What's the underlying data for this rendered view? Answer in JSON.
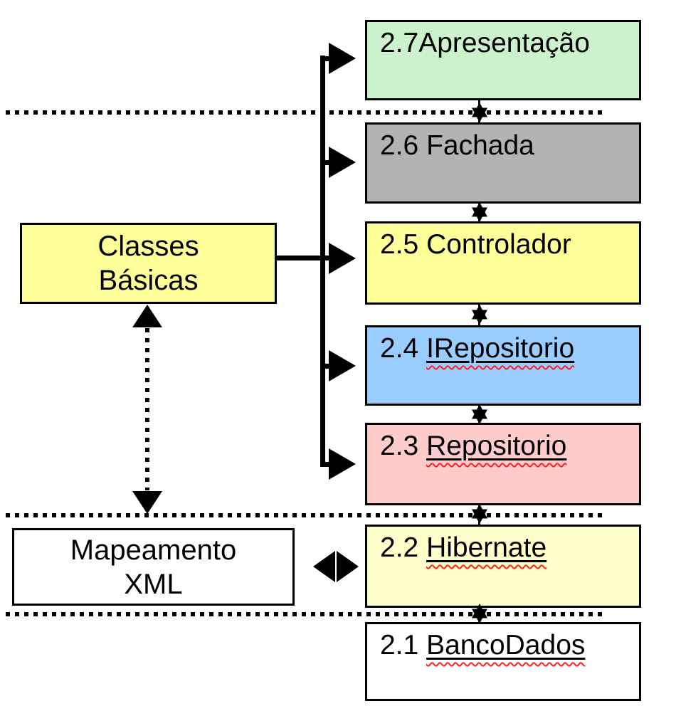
{
  "diagram": {
    "layers": [
      {
        "prefix": "2.7",
        "name": "Apresentação",
        "bg": "#ccf2cc",
        "underlined": false
      },
      {
        "prefix": "2.6 ",
        "name": "Fachada",
        "bg": "#b3b3b3",
        "underlined": false
      },
      {
        "prefix": "2.5 ",
        "name": "Controlador",
        "bg": "#ffff99",
        "underlined": false
      },
      {
        "prefix": "2.4 ",
        "name": "IRepositorio",
        "bg": "#99ccff",
        "underlined": true
      },
      {
        "prefix": "2.3 ",
        "name": "Repositorio",
        "bg": "#ffcccc",
        "underlined": true
      },
      {
        "prefix": "2.2 ",
        "name": "Hibernate",
        "bg": "#ffffcc",
        "underlined": true
      },
      {
        "prefix": "2.1 ",
        "name": "BancoDados",
        "bg": "#ffffff",
        "underlined": true
      }
    ],
    "side_boxes": {
      "classes_basicas": {
        "line1": "Classes",
        "line2": "Básicas",
        "bg": "#ffff99"
      },
      "mapeamento_xml": {
        "line1": "Mapeamento",
        "line2": "XML",
        "bg": "#ffffff"
      }
    },
    "icons": {
      "layer_coupling": "six-pointed-star-icon",
      "aggregation": "diamond-icon",
      "branch": "right-arrowhead-icon",
      "dependency": "dotted-double-arrow-icon"
    },
    "colors": {
      "line": "#000000",
      "spellcheck_underline": "#ff2020",
      "layer_green": "#ccf2cc",
      "layer_gray": "#b3b3b3",
      "layer_yellow": "#ffff99",
      "layer_blue": "#99ccff",
      "layer_pink": "#ffcccc",
      "layer_pale_yellow": "#ffffcc",
      "layer_white": "#ffffff"
    }
  }
}
